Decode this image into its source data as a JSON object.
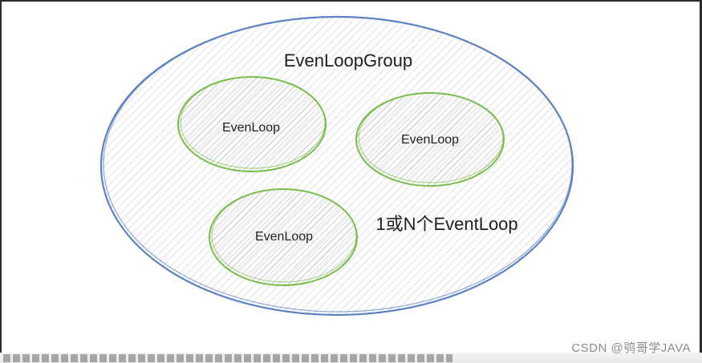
{
  "diagram": {
    "group_title": "EvenLoopGroup",
    "loops": [
      {
        "label": "EvenLoop"
      },
      {
        "label": "EvenLoop"
      },
      {
        "label": "EvenLoop"
      }
    ],
    "side_note": "1或N个EventLoop",
    "colors": {
      "outer_stroke": "#5b83c4",
      "inner_stroke": "#79bd4c",
      "hatch": "#c7c7c7",
      "text": "#1f1f1f"
    }
  },
  "watermark": "CSDN @鸮哥学JAVA"
}
